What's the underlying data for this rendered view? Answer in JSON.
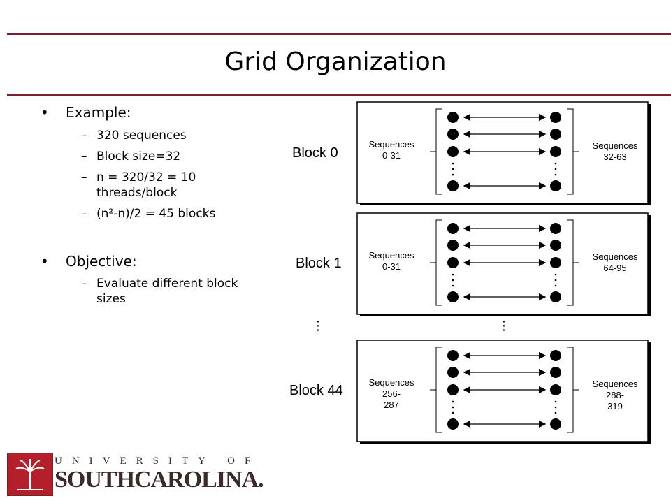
{
  "slide": {
    "title": "Grid Organization",
    "bullets": [
      {
        "text": "Example:",
        "sub": [
          "320 sequences",
          "Block size=32",
          "n = 320/32 = 10 threads/block",
          "(n²-n)/2 = 45 blocks"
        ]
      },
      {
        "text": "Objective:",
        "sub": [
          "Evaluate different block sizes"
        ]
      }
    ]
  },
  "diagram": {
    "blocks": [
      {
        "label": "Block 0",
        "left_text": [
          "Sequences",
          "0-31"
        ],
        "right_text": [
          "Sequences",
          "32-63"
        ]
      },
      {
        "label": "Block 1",
        "left_text": [
          "Sequences",
          "0-31"
        ],
        "right_text": [
          "Sequences",
          "64-95"
        ]
      },
      {
        "label": "Block 44",
        "left_text": [
          "Sequences",
          "256-",
          "287"
        ],
        "right_text": [
          "Sequences",
          "288-",
          "319"
        ]
      }
    ],
    "ellipsis": "⋮"
  },
  "footer": {
    "university_line": "UNIVERSITY OF",
    "name_line": "SOUTHCAROLINA."
  },
  "colors": {
    "accent": "#7a1f2f",
    "logo_red": "#b3202c"
  }
}
